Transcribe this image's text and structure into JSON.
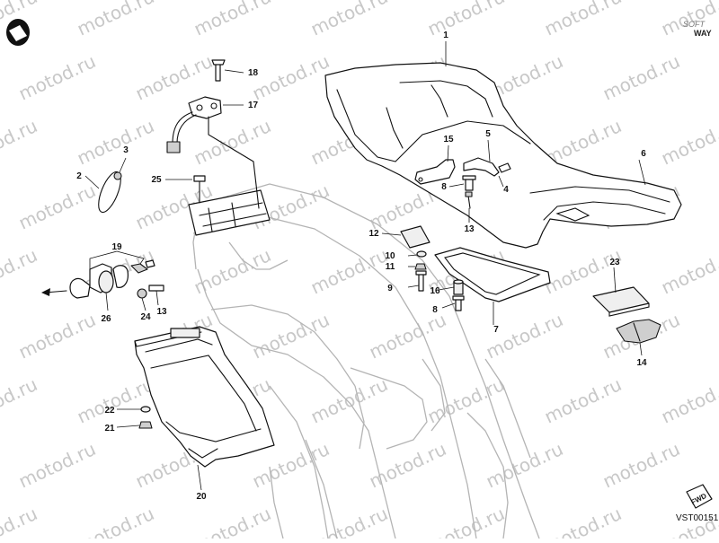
{
  "watermark": "motod.ru",
  "brand": {
    "line1": "SOFT",
    "line2": "WAY"
  },
  "diagram_code": "VST00151",
  "fwd_label": "FWD",
  "callouts": {
    "c1": "1",
    "c2": "2",
    "c3": "3",
    "c4": "4",
    "c5": "5",
    "c6": "6",
    "c7": "7",
    "c8a": "8",
    "c8b": "8",
    "c9": "9",
    "c10": "10",
    "c11": "11",
    "c12": "12",
    "c13a": "13",
    "c13b": "13",
    "c14": "14",
    "c15": "15",
    "c16": "16",
    "c17": "17",
    "c18": "18",
    "c19": "19",
    "c20": "20",
    "c21": "21",
    "c22": "22",
    "c23": "23",
    "c24": "24",
    "c25": "25",
    "c26": "26"
  }
}
